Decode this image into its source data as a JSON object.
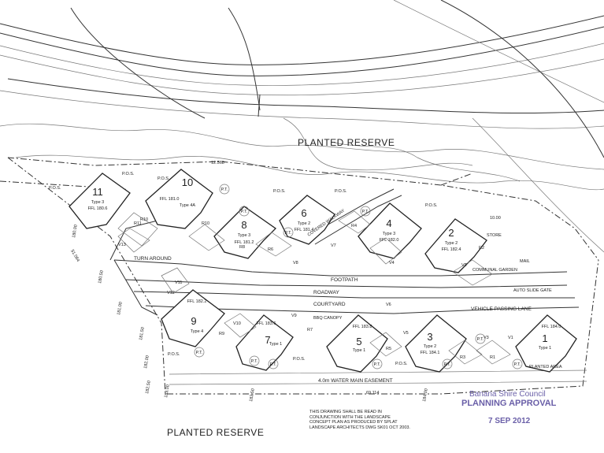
{
  "reserves": {
    "top": "PLANTED RESERVE",
    "bottom": "PLANTED RESERVE"
  },
  "units": [
    {
      "num": "11",
      "type": "Type 3",
      "ffl": "FFL 180.6"
    },
    {
      "num": "10",
      "type": "Type 4A",
      "ffl": "FFL 181.0"
    },
    {
      "num": "8",
      "type": "Type 3",
      "ffl": "FFL 181.2"
    },
    {
      "num": "6",
      "type": "Type 2",
      "ffl": "FFL 181.4"
    },
    {
      "num": "4",
      "type": "Type 3",
      "ffl": "FFL 182.0"
    },
    {
      "num": "2",
      "type": "Type 2",
      "ffl": "FFL 182.4"
    },
    {
      "num": "9",
      "type": "Type 4",
      "ffl": "FFL 182.2"
    },
    {
      "num": "7",
      "type": "Type 1",
      "ffl": "FFL 183.6"
    },
    {
      "num": "5",
      "type": "Type 1",
      "ffl": "FFL 183.8"
    },
    {
      "num": "3",
      "type": "Type 2",
      "ffl": "FFL 184.1"
    },
    {
      "num": "1",
      "type": "Type 1",
      "ffl": "FFL 184.0"
    }
  ],
  "labels": {
    "turn_around": "TURN AROUND",
    "footpath": "FOOTPATH",
    "roadway": "ROADWAY",
    "courtyard": "COURTYARD",
    "bbq": "BBQ CANOPY",
    "vehicle_lane": "VEHICLE PASSING LANE",
    "communal_garden": "COMMUNAL GARDEN",
    "auto_gate": "AUTO SLIDE GATE",
    "planted_area": "PLANTED AREA",
    "easement": "4.0m WATER MAIN EASEMENT",
    "mail": "MAIL",
    "store": "STORE",
    "walkway": "COVERED WALKWAY"
  },
  "tags": {
    "pos": "P.O.S.",
    "pt": "P.T."
  },
  "yard_codes": [
    "R11",
    "R10",
    "R8",
    "R6",
    "R4",
    "R2",
    "V13",
    "V12",
    "V11",
    "V10",
    "V9",
    "V8",
    "V7",
    "V6",
    "V5",
    "V4",
    "V3",
    "V2",
    "V1",
    "R9",
    "R7",
    "R5",
    "R3",
    "R1"
  ],
  "levels": [
    "180.00",
    "180.50",
    "181.00",
    "181.50",
    "182.00",
    "182.50",
    "183.00",
    "183.50",
    "184.00",
    "12.568",
    "51.064",
    "69.114",
    "10.00"
  ],
  "note": "THIS DRAWING SHALL BE READ IN CONJUNCTION WITH THE LANDSCAPE CONCEPT PLAN AS PRODUCED BY SPLAT LANDSCAPE ARCHITECTS DWG SK01 OCT 2003.",
  "stamp": {
    "council": "Banana Shire Council",
    "approval": "PLANNING APPROVAL",
    "date": "7 SEP 2012"
  }
}
